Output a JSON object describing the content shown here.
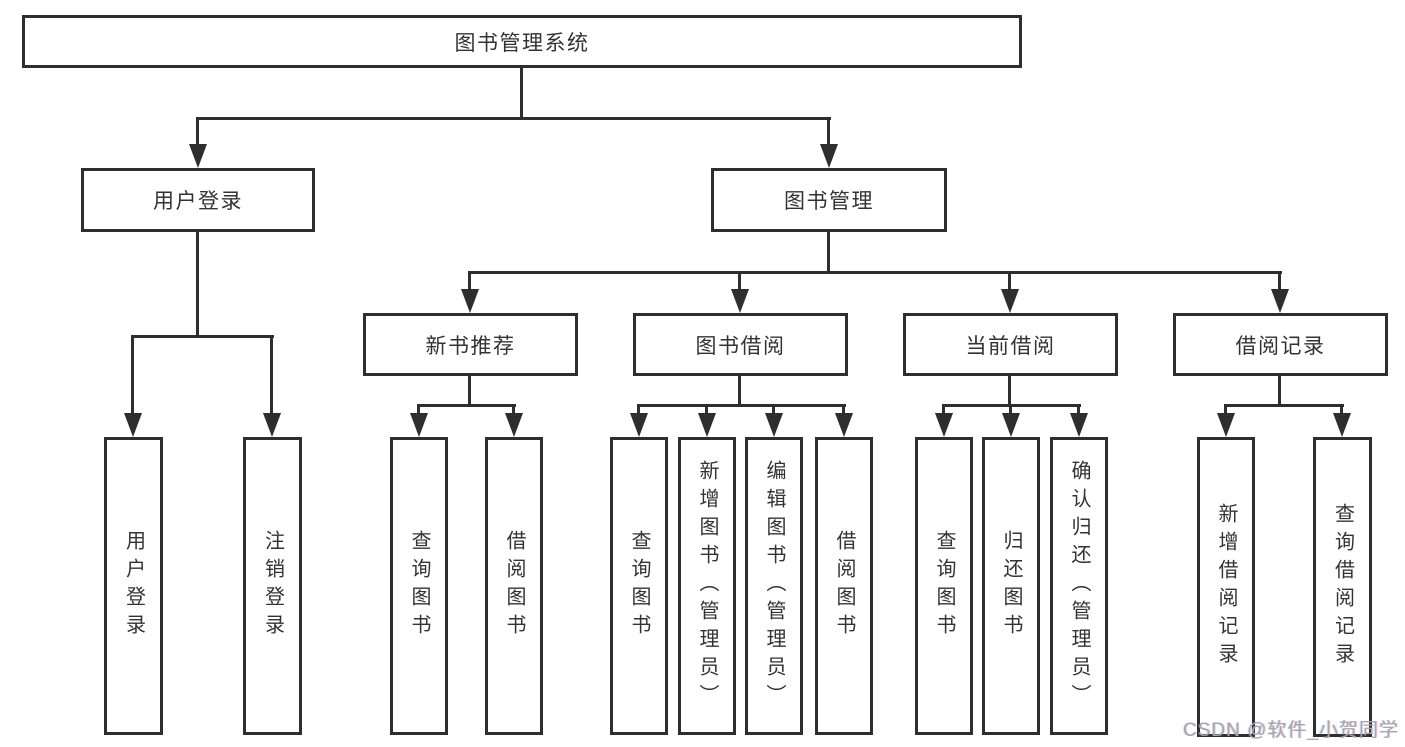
{
  "diagram": {
    "root": {
      "label": "图书管理系统"
    },
    "branches": [
      {
        "label": "用户登录",
        "children": [
          {
            "label": "用户登录"
          },
          {
            "label": "注销登录"
          }
        ]
      },
      {
        "label": "图书管理",
        "children": [
          {
            "label": "新书推荐",
            "children": [
              {
                "label": "查询图书"
              },
              {
                "label": "借阅图书"
              }
            ]
          },
          {
            "label": "图书借阅",
            "children": [
              {
                "label": "查询图书"
              },
              {
                "label": "新增图书（管理员）"
              },
              {
                "label": "编辑图书（管理员）"
              },
              {
                "label": "借阅图书"
              }
            ]
          },
          {
            "label": "当前借阅",
            "children": [
              {
                "label": "查询图书"
              },
              {
                "label": "归还图书"
              },
              {
                "label": "确认归还（管理员）"
              }
            ]
          },
          {
            "label": "借阅记录",
            "children": [
              {
                "label": "新增借阅记录"
              },
              {
                "label": "查询借阅记录"
              }
            ]
          }
        ]
      }
    ],
    "watermark": "CSDN @软件_小贺同学",
    "colors": {
      "line": "#2e2e2e",
      "text": "#333333",
      "background": "#ffffff",
      "watermark": "#a3a7ae"
    }
  }
}
